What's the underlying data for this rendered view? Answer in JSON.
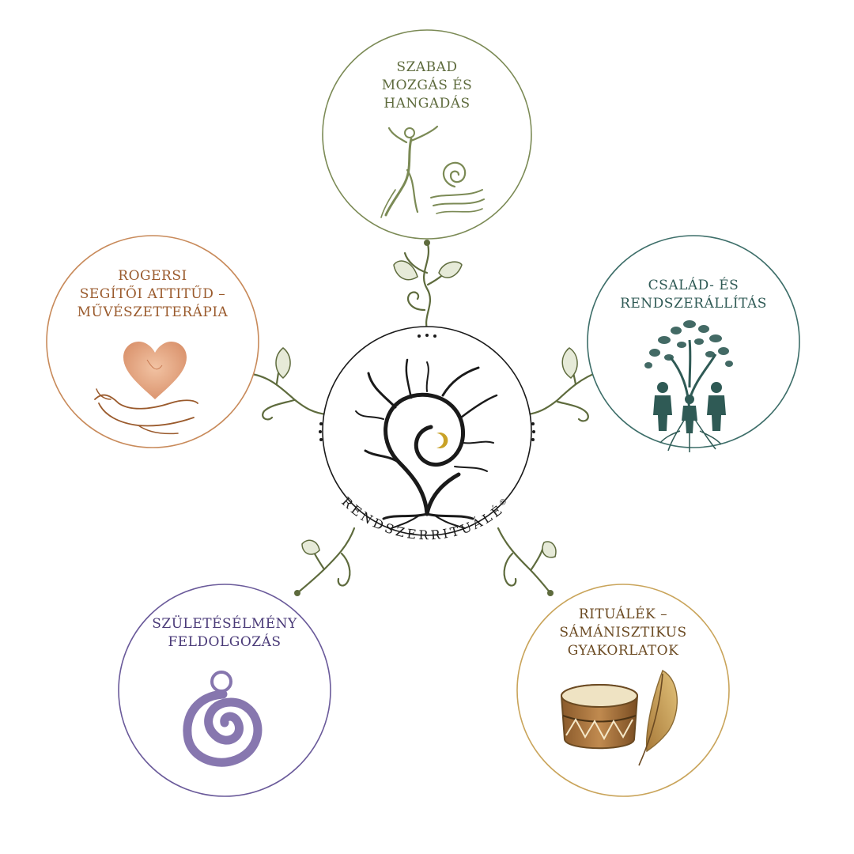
{
  "center": {
    "brand": "RENDSZERRITUÁLÉ",
    "registered": "®"
  },
  "nodes": {
    "top": {
      "lines": [
        "SZABAD",
        "MOZGÁS ÉS",
        "HANGADÁS"
      ],
      "color": "#5e6b3d",
      "icon": "dancer-and-spiral-icon"
    },
    "left": {
      "lines": [
        "ROGERSI",
        "SEGÍTŐI ATTITŰD –",
        "MŰVÉSZETTERÁPIA"
      ],
      "color": "#9a5a2c",
      "icon": "hand-holding-heart-icon"
    },
    "right": {
      "lines": [
        "CSALÁD- ÉS",
        "RENDSZERÁLLÍTÁS"
      ],
      "color": "#2f5a55",
      "icon": "family-tree-icon"
    },
    "bottom_left": {
      "lines": [
        "SZÜLETÉSÉLMÉNY",
        "FELDOLGOZÁS"
      ],
      "color": "#4a3a78",
      "icon": "spiral-figure-icon"
    },
    "bottom_right": {
      "lines": [
        "RITUÁLÉK –",
        "SÁMÁNISZTIKUS",
        "GYAKORLATOK"
      ],
      "color": "#6b4a22",
      "icon": "drum-and-feather-icon"
    }
  },
  "colors": {
    "vine": "#5e6b3d",
    "leaf_fill": "#e6ead8",
    "moon": "#c9a227",
    "tree": "#1a1a1a"
  }
}
